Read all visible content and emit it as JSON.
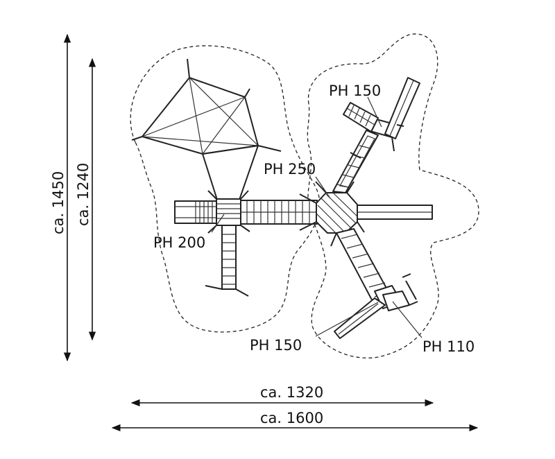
{
  "labels": {
    "ph150_top": "PH 150",
    "ph250": "PH 250",
    "ph200": "PH 200",
    "ph150_bottom": "PH 150",
    "ph110": "PH 110"
  },
  "dimensions": {
    "outer_height": "ca. 1450",
    "inner_height": "ca. 1240",
    "inner_width": "ca. 1320",
    "outer_width": "ca. 1600"
  }
}
